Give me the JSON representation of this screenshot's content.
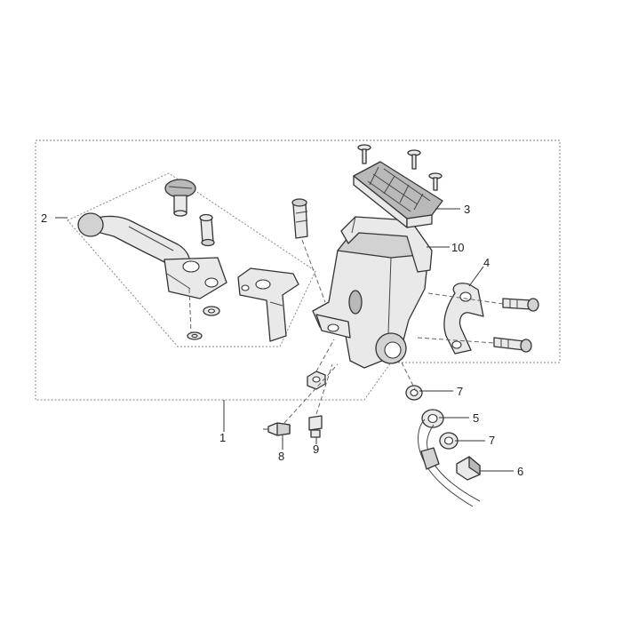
{
  "callouts": {
    "c1": "1",
    "c2": "2",
    "c3": "3",
    "c4": "4",
    "c5": "5",
    "c6": "6",
    "c7a": "7",
    "c7b": "7",
    "c8": "8",
    "c9": "9",
    "c10": "10"
  }
}
